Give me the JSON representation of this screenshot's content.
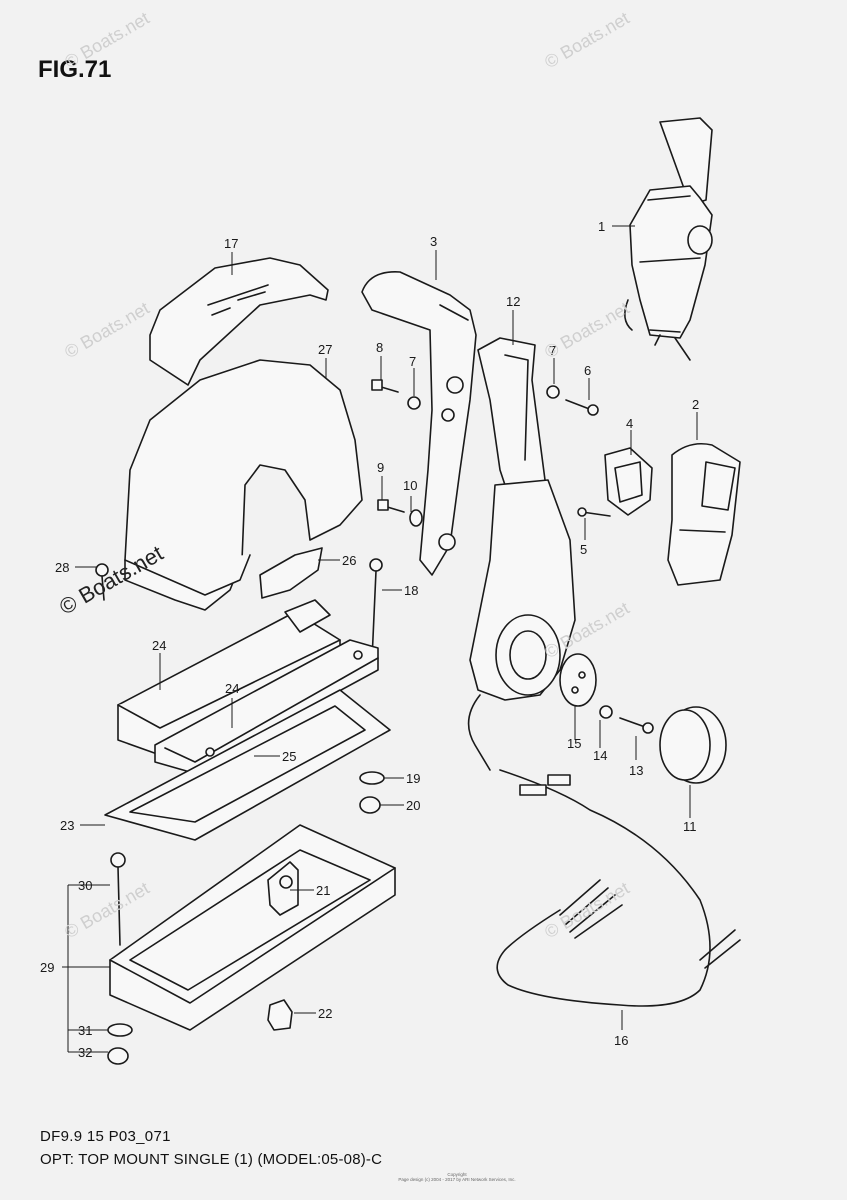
{
  "figure": {
    "title": "FIG.71",
    "code": "DF9.9 15 P03_071",
    "caption": "OPT: TOP MOUNT SINGLE (1) (MODEL:05-08)-C"
  },
  "watermark": {
    "main": "© Boats.net",
    "faint": "© Boats.net"
  },
  "copyright": {
    "line1": "Copyright",
    "line2": "Page design (c) 2004 - 2017 by ARI Network Services, Inc."
  },
  "callouts": [
    "1",
    "2",
    "3",
    "4",
    "5",
    "6",
    "7",
    "7",
    "8",
    "9",
    "10",
    "11",
    "12",
    "13",
    "14",
    "15",
    "16",
    "17",
    "18",
    "19",
    "20",
    "21",
    "22",
    "23",
    "24",
    "24",
    "25",
    "26",
    "27",
    "28",
    "29",
    "30",
    "31",
    "32"
  ],
  "colors": {
    "ink": "#1a1a1a",
    "paper": "#f2f2f2",
    "part_fill": "#f8f8f8"
  }
}
